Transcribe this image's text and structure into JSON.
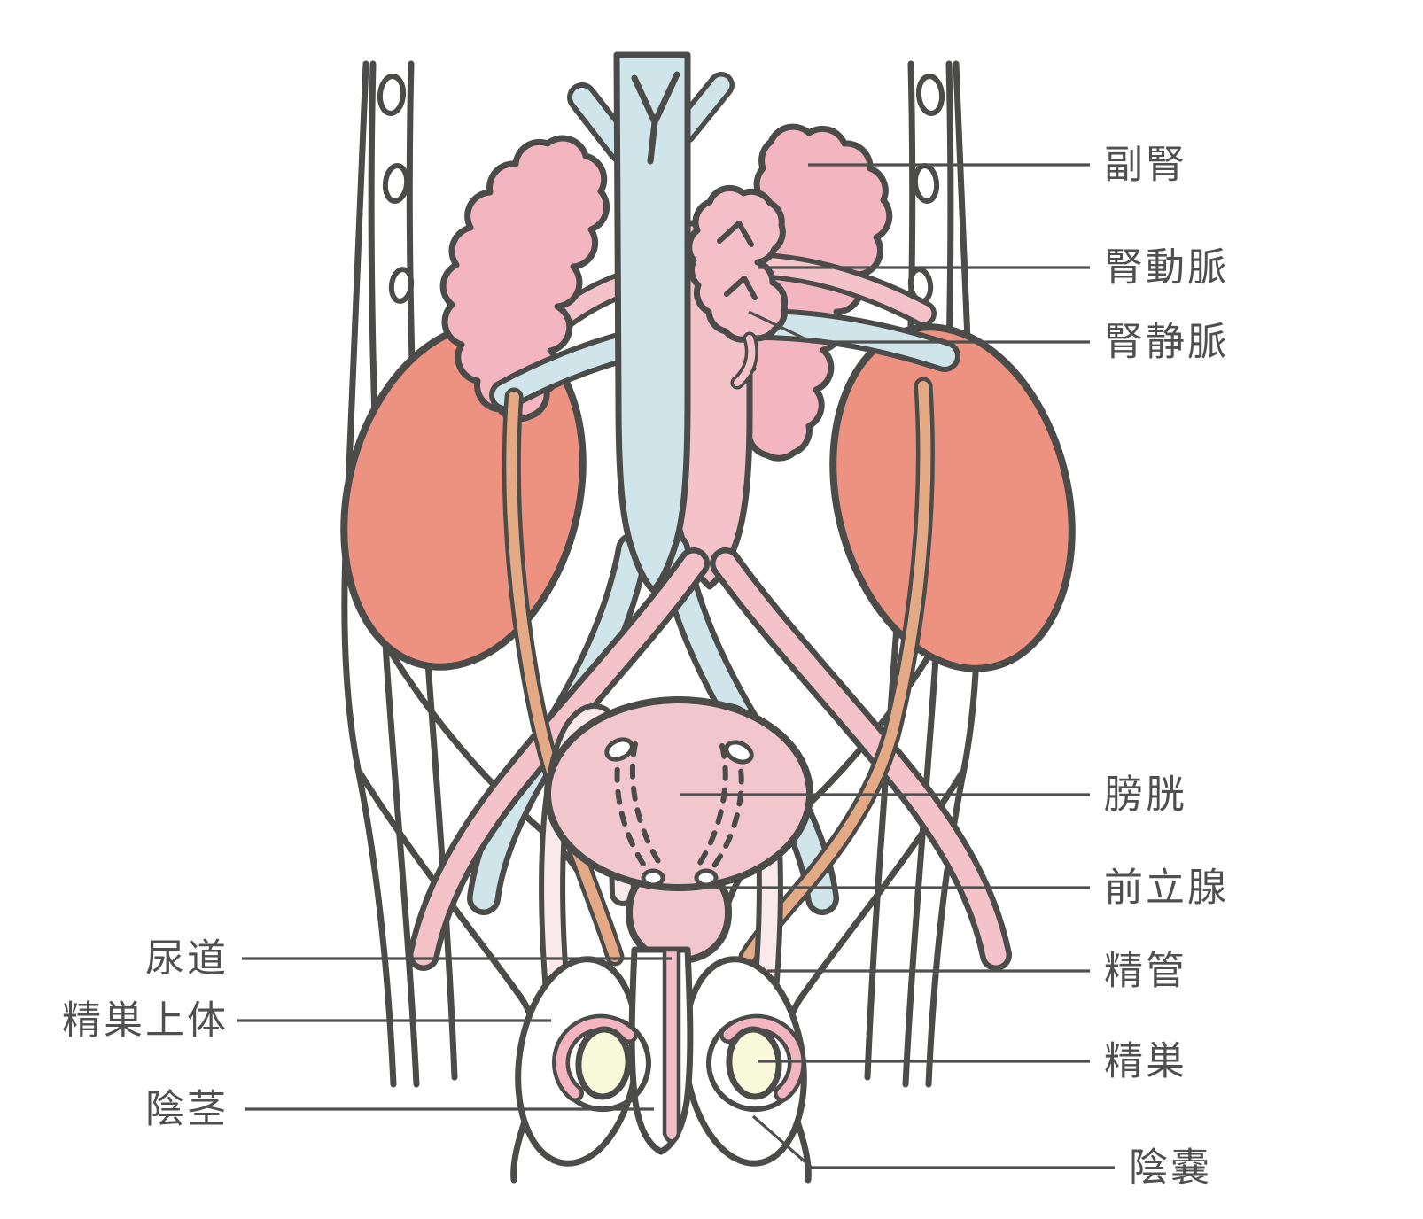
{
  "diagram": {
    "type": "anatomical-illustration",
    "background": "#ffffff",
    "outline_color": "#4b4b49",
    "leader_line_color": "#4f4f4f",
    "label_text_color": "#4f4f4f",
    "colors": {
      "kidney": "#ed9181",
      "adrenal_gland": "#f3b6c0",
      "artery_pink": "#f4c3ca",
      "vein_blue": "#cfe5e9",
      "ureter_tan": "#e3aa85",
      "bladder_prostate_pink": "#f2c6cd",
      "testis_yellow": "#f8f8da",
      "cream_accent": "#f8e8d4",
      "body_white": "#ffffff"
    },
    "labels": {
      "adrenal": {
        "text": "副腎",
        "side": "right"
      },
      "renal_artery": {
        "text": "腎動脈",
        "side": "right"
      },
      "renal_vein": {
        "text": "腎静脈",
        "side": "right"
      },
      "bladder": {
        "text": "膀胱",
        "side": "right"
      },
      "prostate": {
        "text": "前立腺",
        "side": "right"
      },
      "vas_deferens": {
        "text": "精管",
        "side": "right"
      },
      "testis": {
        "text": "精巣",
        "side": "right"
      },
      "scrotum": {
        "text": "陰嚢",
        "side": "right"
      },
      "urethra": {
        "text": "尿道",
        "side": "left"
      },
      "epididymis": {
        "text": "精巣上体",
        "side": "left"
      },
      "penis": {
        "text": "陰茎",
        "side": "left"
      }
    }
  }
}
